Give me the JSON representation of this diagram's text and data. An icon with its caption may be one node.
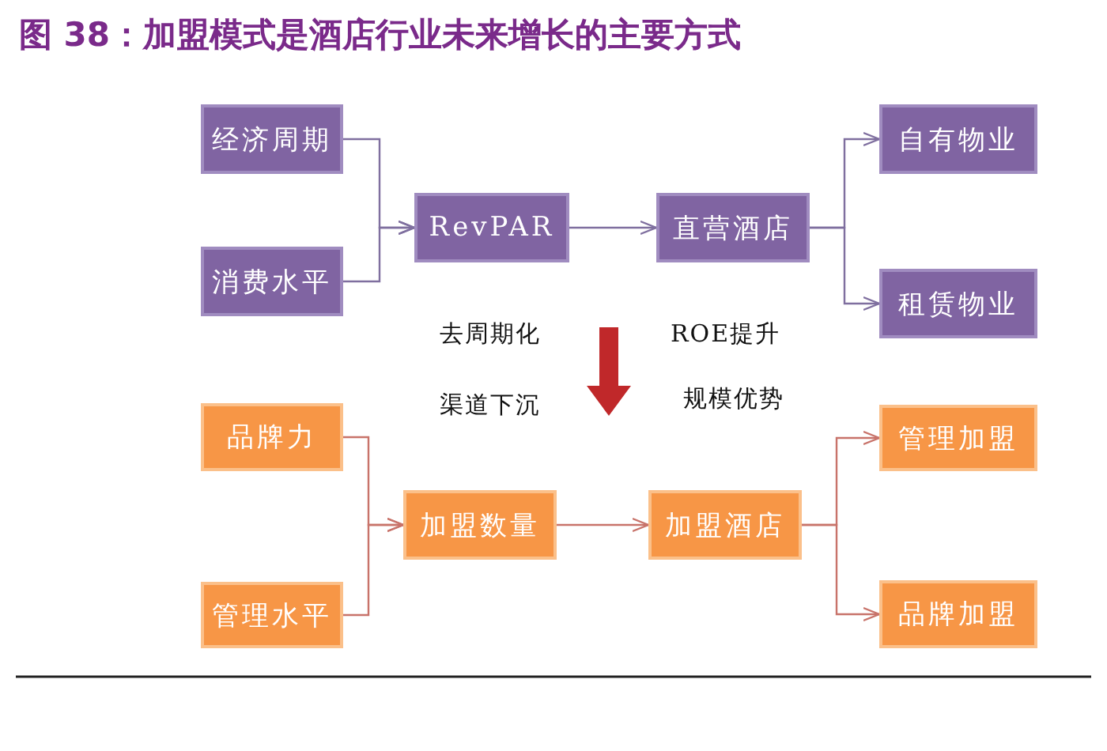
{
  "diagram": {
    "title": "图 38：加盟模式是酒店行业未来增长的主要方式",
    "nodes": [
      {
        "text": [
          "经济周期"
        ]
      },
      {
        "text": [
          "消费水平"
        ]
      },
      {
        "text": [
          "RevPAR"
        ]
      },
      {
        "text": [
          "直营酒店"
        ]
      },
      {
        "text": [
          "自有物业"
        ]
      },
      {
        "text": [
          "租赁物业"
        ]
      },
      {
        "text": [
          "品牌力"
        ]
      },
      {
        "text": [
          "管理水平"
        ]
      },
      {
        "text": [
          "加盟数量"
        ]
      },
      {
        "text": [
          "加盟酒店"
        ]
      },
      {
        "text": [
          "管理加盟"
        ]
      },
      {
        "text": [
          "品牌加盟"
        ]
      }
    ],
    "edges": [
      {
        "from": 0,
        "to": 2,
        "arrow": "to"
      },
      {
        "from": 1,
        "to": 2,
        "arrow": "to"
      },
      {
        "from": 2,
        "to": 3,
        "arrow": "to"
      },
      {
        "from": 3,
        "to": 4,
        "arrow": "to"
      },
      {
        "from": 3,
        "to": 5,
        "arrow": "to"
      },
      {
        "from": 6,
        "to": 8,
        "arrow": "to",
        "color": "#c8736a"
      },
      {
        "from": 7,
        "to": 8,
        "arrow": "to",
        "color": "#c8736a"
      },
      {
        "from": 8,
        "to": 9,
        "arrow": "to",
        "color": "#c8736a"
      },
      {
        "from": 9,
        "to": 10,
        "arrow": "to",
        "color": "#c8736a"
      },
      {
        "from": 9,
        "to": 11,
        "arrow": "to",
        "color": "#c8736a"
      }
    ],
    "labels": [
      "去周期化",
      "ROE提升",
      "渠道下沉",
      "规模优势"
    ]
  }
}
